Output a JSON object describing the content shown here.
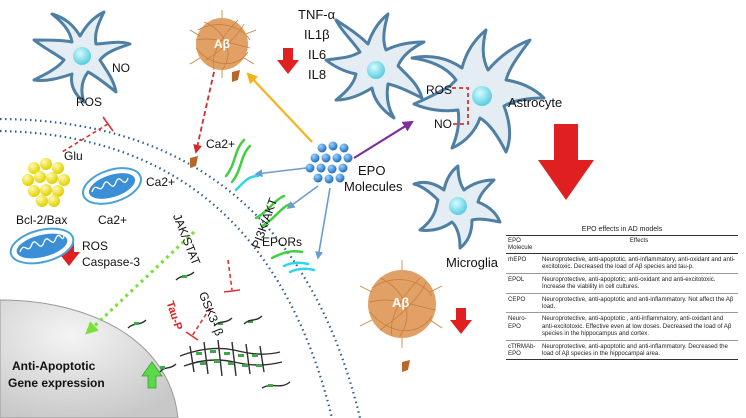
{
  "labels": {
    "ab_top": "Aβ",
    "ab_bottom": "Aβ",
    "tnf": "TNF-α",
    "il1b": "IL1β",
    "il6": "IL6",
    "il8": "IL8",
    "no_neuron": "NO",
    "ros_neuron": "ROS",
    "ros_astro": "ROS",
    "no_astro": "NO",
    "astrocyte": "Astrocyte",
    "microglia": "Microglia",
    "ca_membrane": "Ca2+",
    "ca_left": "Ca2+",
    "ca_mito": "Ca2+",
    "glu": "Glu",
    "bcl2": "Bcl-2/Bax",
    "ros_cell": "ROS",
    "caspase": "Caspase-3",
    "epo_line1": "EPO",
    "epo_line2": "Molecules",
    "epors": "EPORs",
    "jakstat": "JAK/STAT",
    "pi3k": "PI3K/AKT",
    "gsk": "GSK3- β",
    "taup": "Tau-P",
    "gene_line1": "Anti-Apoptotic",
    "gene_line2": "Gene expression"
  },
  "table": {
    "caption": "EPO effects in AD models",
    "header_molecule": "EPO Molecule",
    "header_effects": "Effects",
    "rows": [
      {
        "molecule": "rhEPO",
        "effects": "Neuroprotective, anti-apoptotic, anti-inflammatory, anti-oxidant and anti-excitotoxic. Decreased the load of Aβ species and tau-p."
      },
      {
        "molecule": "EPOL",
        "effects": "Neuroprotective, anti-apoptotic, anti-oxidant and anti-excitotoxic. Increase the viability in cell cultures."
      },
      {
        "molecule": "CEPO",
        "effects": "Neuroprotective, anti-apoptotic and anti-inflammatory. Not affect the Aβ load."
      },
      {
        "molecule": "Neuro-EPO",
        "effects": "Neuroprotective, anti-apoptotic , anti-inflammatory, anti-oxidant and anti-excitotoxic. Effective even at low doses. Decreased the load of Aβ species in the hippocampus and cortex."
      },
      {
        "molecule": "cTfRMAb-EPO",
        "effects": "Neuroprotective, anti-apoptotic and anti-inflammatory. Decreased the load of Aβ species in the hippocampal area."
      }
    ]
  },
  "colors": {
    "cell_outline": "#4f7fa3",
    "cell_fill": "#e4edf4",
    "nucleus": "#8ee3ef",
    "membrane": "#2f5f8f",
    "epo": "#3a8fd8",
    "amyloid": "#c8772f",
    "down_arrow": "#e02020",
    "up_arrow": "#5ad94a",
    "green_arrow": "#7de03a",
    "inhibit": "#e03030",
    "orange_arrow": "#f5b21a",
    "purple_arrow": "#7b2fa0",
    "glu": "#f2e419",
    "receptor": "#3fcf3f",
    "receptor_alt": "#2fd7e6"
  },
  "icons": [
    "amyloid-plaque",
    "neuron",
    "astrocyte",
    "microglia",
    "mitochondria",
    "epo-molecule",
    "epo-receptor",
    "nucleus",
    "tau-tangle"
  ]
}
